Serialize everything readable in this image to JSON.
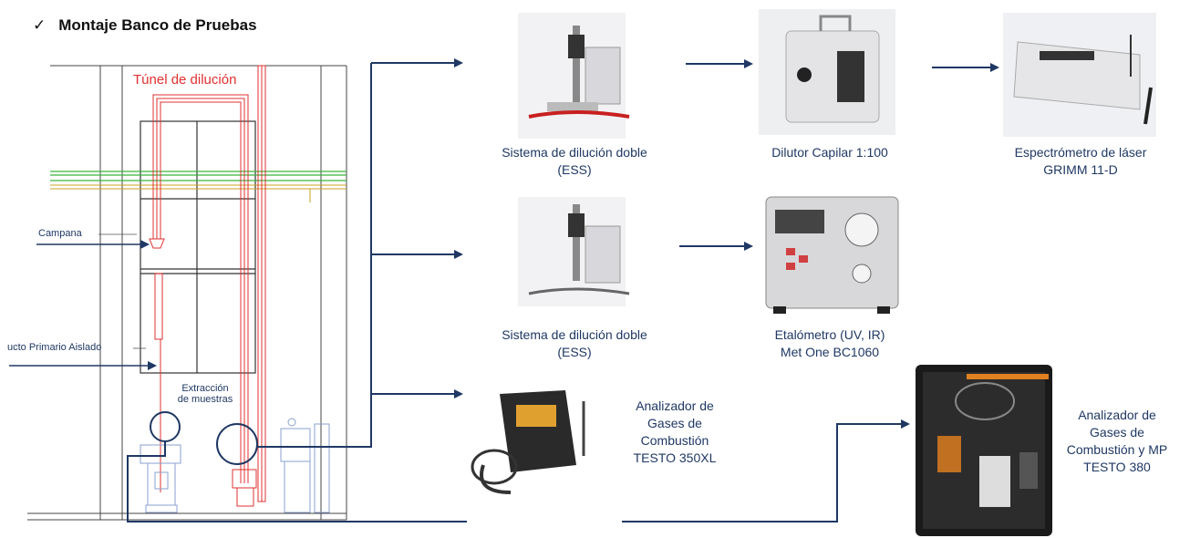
{
  "header": {
    "check": "✓",
    "title": "Montaje Banco de Pruebas"
  },
  "schematic": {
    "tunnel_label": "Túnel de dilución",
    "hood_label": "Campana",
    "duct_label": "ucto Primario Aislado",
    "sampling_label_line1": "Extracción",
    "sampling_label_line2": "de muestras"
  },
  "equipment": {
    "ess_top": {
      "line1": "Sistema de dilución doble",
      "line2": "(ESS)"
    },
    "dilutor": {
      "line1": "Dilutor Capilar 1:100"
    },
    "spectrometer": {
      "line1": "Espectrómetro de láser",
      "line2": "GRIMM 11-D"
    },
    "ess_mid": {
      "line1": "Sistema de dilución doble",
      "line2": "(ESS)"
    },
    "aethalometer": {
      "line1": "Etalómetro (UV, IR)",
      "line2": "Met One BC1060"
    },
    "testo350": {
      "line1": "Analizador de",
      "line2": "Gases de",
      "line3": "Combustión",
      "line4": "TESTO 350XL"
    },
    "testo380": {
      "line1": "Analizador de",
      "line2": "Gases de",
      "line3": "Combustión y MP",
      "line4": "TESTO 380"
    }
  },
  "colors": {
    "arrow": "#1f3864",
    "tunnel": "#e03030",
    "building": "#333333",
    "green_band": "#3cb43c",
    "yellow_line": "#c8a020"
  }
}
